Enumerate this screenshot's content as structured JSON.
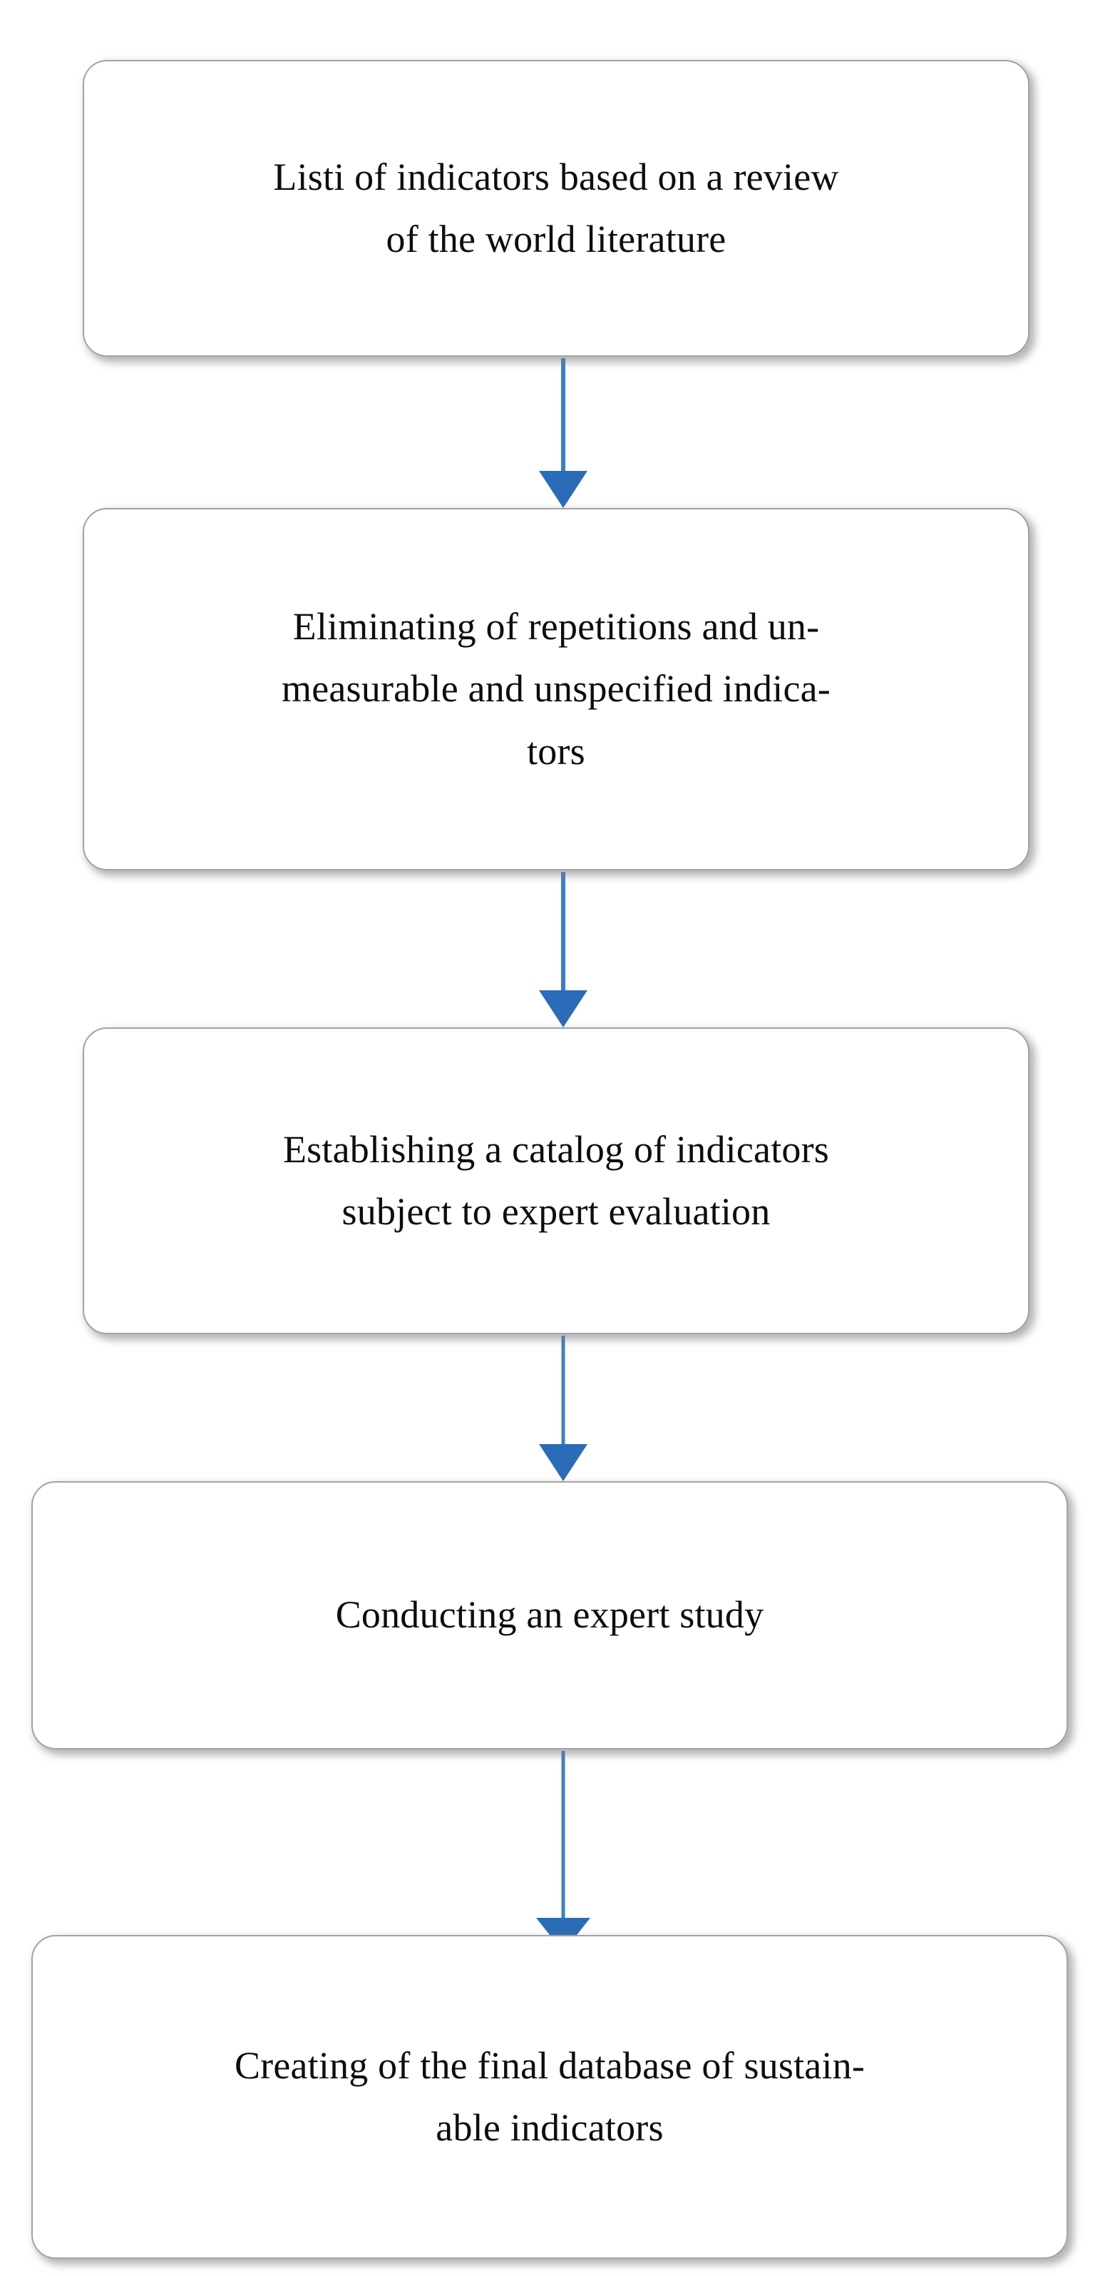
{
  "diagram": {
    "type": "flowchart",
    "orientation": "vertical",
    "title": "",
    "colors": {
      "box_border": "#a3a3a3",
      "box_fill": "#ffffff",
      "box_shadow": "#787878",
      "arrow_line": "#3f7fc6",
      "arrow_head": "#2a6cb8",
      "text": "#0d0d0d"
    },
    "nodes": [
      {
        "id": "node-1",
        "order": 1,
        "text": "Listi of indicators based on a review\nof the world literature",
        "lines": [
          "Listi of indicators based on a review",
          "of the world literature"
        ]
      },
      {
        "id": "node-2",
        "order": 2,
        "text": "Eliminating of repetitions and un-\nmeasurable and unspecified indica-\ntors",
        "lines": [
          "Eliminating of repetitions and un-",
          "measurable and unspecified indica-",
          "tors"
        ]
      },
      {
        "id": "node-3",
        "order": 3,
        "text": "Establishing a catalog of indicators\nsubject to expert evaluation",
        "lines": [
          "Establishing a catalog of indicators",
          "subject to expert evaluation"
        ]
      },
      {
        "id": "node-4",
        "order": 4,
        "text": "Conducting an expert study",
        "lines": [
          "Conducting an expert study"
        ]
      },
      {
        "id": "node-5",
        "order": 5,
        "text": "Creating of the final database of sustain-\nable indicators",
        "lines": [
          "Creating of the final database of sustain-",
          "able indicators"
        ]
      }
    ],
    "edges": [
      {
        "id": "edge-1-2",
        "from": "node-1",
        "to": "node-2",
        "label": "",
        "style": "solid-arrow"
      },
      {
        "id": "edge-2-3",
        "from": "node-2",
        "to": "node-3",
        "label": "",
        "style": "solid-arrow"
      },
      {
        "id": "edge-3-4",
        "from": "node-3",
        "to": "node-4",
        "label": "",
        "style": "solid-arrow"
      },
      {
        "id": "edge-4-5",
        "from": "node-4",
        "to": "node-5",
        "label": "",
        "style": "solid-arrow"
      }
    ]
  }
}
